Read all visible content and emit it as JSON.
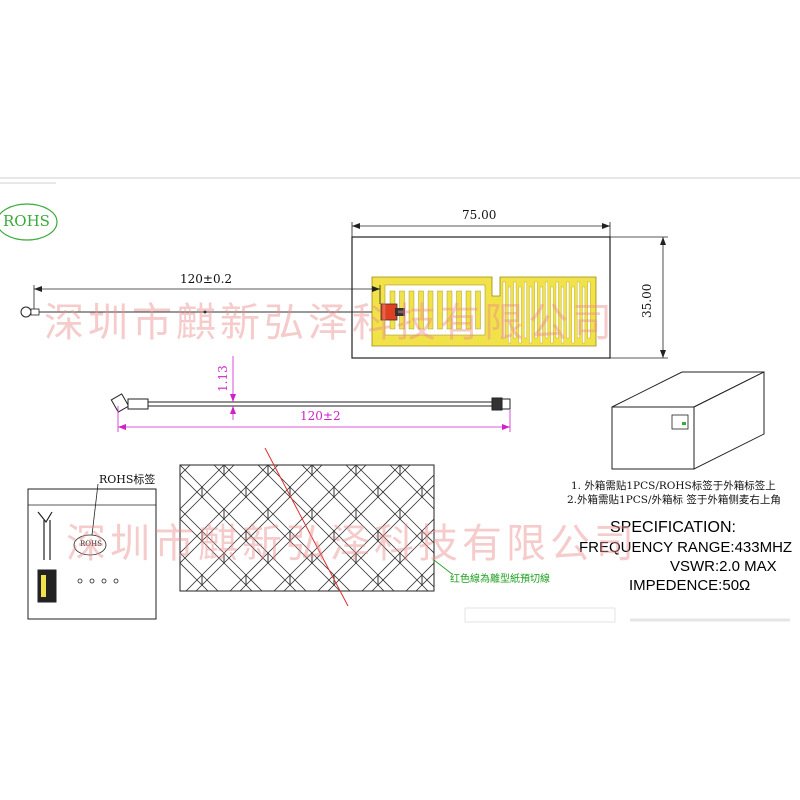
{
  "rohs_badge": "ROHS",
  "antenna_top": {
    "width_dim": "75.00",
    "height_dim": "35.00",
    "cable_dim": "120±0.2"
  },
  "cable_side": {
    "offset_dim": "1.13",
    "length_dim": "120±2"
  },
  "label_panel": {
    "tag": "ROHS标签",
    "badge": "ROHS"
  },
  "notes": {
    "line1": "1. 外箱需贴1PCS/ROHS标签于外箱标签上",
    "line2": "2.外箱需贴1PCS/外箱标 签于外箱侧麦右上角"
  },
  "cut_line_note": "红色線為離型紙預切線",
  "specification": {
    "title": "SPECIFICATION:",
    "frequency": "FREQUENCY RANGE:433MHZ",
    "vswr": "VSWR:2.0 MAX",
    "impedance": "IMPEDENCE:50Ω"
  },
  "watermark": "深圳市麒新弘泽科技有限公司",
  "colors": {
    "line": "#222222",
    "dimension_magenta": "#d020c8",
    "pcb_yellow": "#f2e24a",
    "cut_red": "#e03030",
    "note_green": "#20a020",
    "rohs_green": "#3aaa3a",
    "watermark": "#eb8c8c"
  }
}
